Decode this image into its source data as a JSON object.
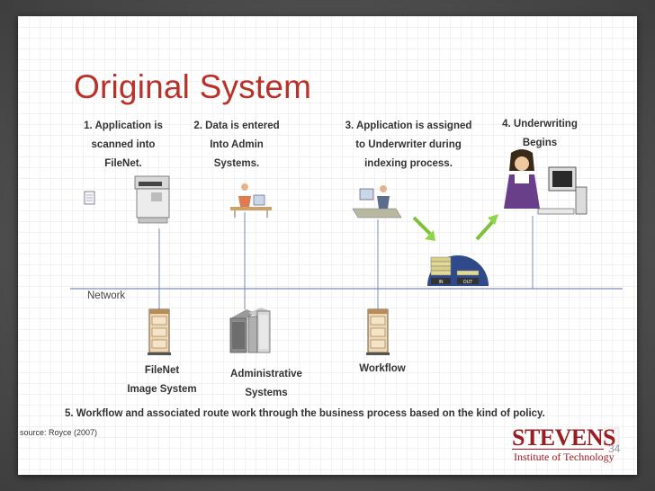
{
  "slide": {
    "title": "Original System",
    "steps": [
      "1. Application is\nscanned into\nFileNet.",
      "2. Data is entered\nInto Admin\nSystems.",
      "3. Application is assigned\nto Underwriter during\nindexing process.",
      "4. Underwriting\nBegins"
    ],
    "network_label": "Network",
    "systems": [
      "FileNet\nImage System",
      "Administrative\nSystems",
      "Workflow"
    ],
    "queue_labels": [
      "IN",
      "OUT"
    ],
    "footer_note": "5. Workflow and associated route work through the business process based on the kind of policy.",
    "source": "source: Royce (2007)",
    "logo": {
      "name": "STEVENS",
      "subtitle": "Institute of Technology"
    },
    "page_number": "34"
  },
  "colors": {
    "title": "#b8322a",
    "logo": "#9a1d22",
    "network_line": "#7a8fb5",
    "arrow": "#8fd44a"
  }
}
